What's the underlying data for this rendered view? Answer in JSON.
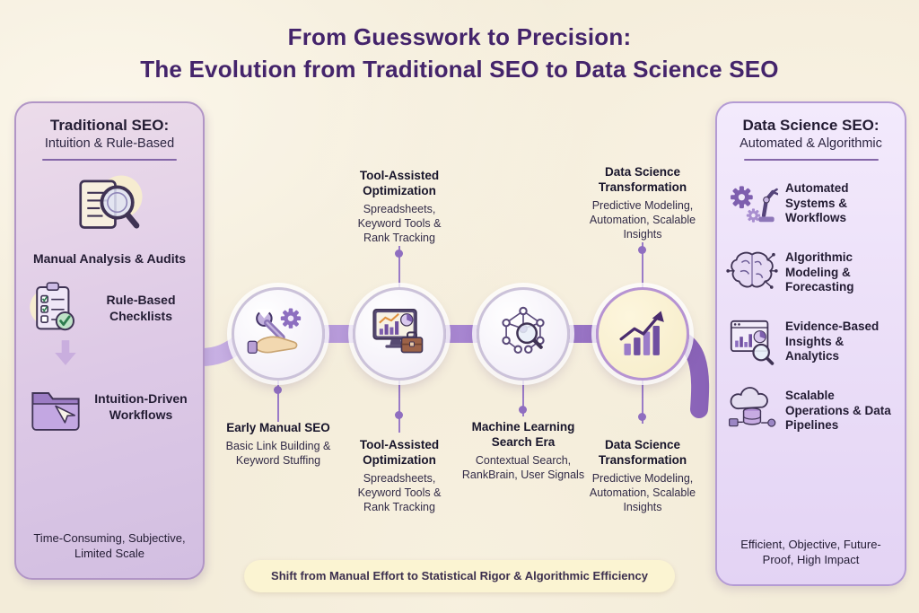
{
  "title": {
    "line1": "From Guesswork to Precision:",
    "line2": "The Evolution from Traditional SEO  to Data Science SEO"
  },
  "left_panel": {
    "heading": "Traditional SEO:",
    "subheading": "Intuition & Rule-Based",
    "items": [
      {
        "icon": "document-magnifier-icon",
        "label": "Manual Analysis & Audits"
      },
      {
        "icon": "checklist-icon",
        "label": "Rule-Based Checklists"
      },
      {
        "icon": "folder-cursor-icon",
        "label": "Intuition-Driven Workflows"
      }
    ],
    "footer": "Time-Consuming, Subjective, Limited Scale"
  },
  "right_panel": {
    "heading": "Data Science SEO:",
    "subheading": "Automated & Algorithmic",
    "items": [
      {
        "icon": "automation-gears-icon",
        "label": "Automated Systems & Workflows"
      },
      {
        "icon": "brain-network-icon",
        "label": "Algorithmic Modeling & Forecasting"
      },
      {
        "icon": "analytics-dashboard-icon",
        "label": "Evidence-Based Insights & Analytics"
      },
      {
        "icon": "cloud-database-icon",
        "label": "Scalable Operations & Data Pipelines"
      }
    ],
    "footer": "Efficient, Objective, Future-Proof, High Impact"
  },
  "timeline": {
    "stages": [
      {
        "icon": "hand-tools-icon",
        "below": {
          "title": "Early Manual SEO",
          "description": "Basic Link Building & Keyword Stuffing"
        }
      },
      {
        "icon": "monitor-analytics-icon",
        "above": {
          "title": "Tool-Assisted Optimization",
          "description": "Spreadsheets, Keyword Tools & Rank Tracking"
        },
        "below": {
          "title": "Tool-Assisted Optimization",
          "description": "Spreadsheets, Keyword Tools & Rank Tracking"
        }
      },
      {
        "icon": "network-search-icon",
        "below": {
          "title": "Machine Learning Search Era",
          "description": "Contextual Search, RankBrain, User Signals"
        }
      },
      {
        "icon": "growth-chart-icon",
        "above": {
          "title": "Data Science Transformation",
          "description": "Predictive Modeling, Automation, Scalable Insights"
        },
        "below": {
          "title": "Data Science Transformation",
          "description": "Predictive Modeling, Automation, Scalable Insights"
        }
      }
    ]
  },
  "banner": {
    "text": "Shift from Manual Effort to Statistical Rigor & Algorithmic Efficiency"
  },
  "colors": {
    "background": "#f3ecd9",
    "title_text": "#44246b",
    "left_panel_bg": "#ddc9e6",
    "right_panel_bg": "#e8d9f6",
    "ribbon": "#8a63b8",
    "connector": "#9a7bc8",
    "banner_bg": "#fbf4d2",
    "node4_bg": "#f6ecc8"
  }
}
